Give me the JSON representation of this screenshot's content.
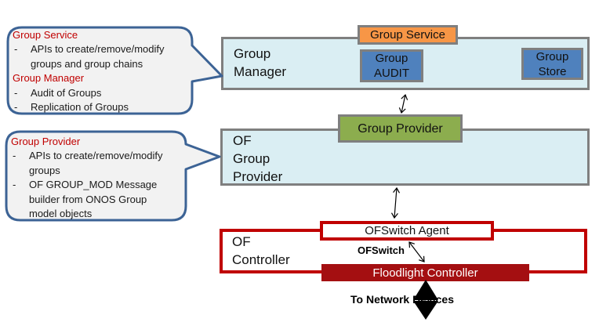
{
  "colors": {
    "layer_fill": "#DAEEF3",
    "layer_border": "#7F7F7F",
    "service_orange": "#F79646",
    "module_blue": "#4F81BD",
    "provider_green": "#8CAD4E",
    "controller_red_border": "#C00000",
    "floodlight_dark_red": "#A40F11",
    "callout_border": "#3C6395",
    "callout_fill": "#F2F2F2",
    "callout_heading_red": "#C00000"
  },
  "callouts": [
    {
      "id": "group-service-manager-callout",
      "lines": [
        {
          "style": "header",
          "text": "Group Service"
        },
        {
          "style": "bullet",
          "text": "APIs to create/remove/modify groups and group chains"
        },
        {
          "style": "header",
          "text": "Group Manager"
        },
        {
          "style": "bullet",
          "text": "Audit of Groups"
        },
        {
          "style": "bullet",
          "text": "Replication of Groups"
        }
      ]
    },
    {
      "id": "group-provider-callout",
      "lines": [
        {
          "style": "header",
          "text": "Group Provider"
        },
        {
          "style": "bullet",
          "text": "APIs to create/remove/modify groups"
        },
        {
          "style": "bullet",
          "text": "OF GROUP_MOD Message builder from ONOS Group model objects"
        }
      ]
    }
  ],
  "blocks": {
    "group_manager": {
      "label": "Group\nManager"
    },
    "group_service": {
      "label": "Group Service"
    },
    "group_audit": {
      "label": "Group\nAUDIT"
    },
    "group_store": {
      "label": "Group\nStore"
    },
    "group_provider_badge": {
      "label": "Group Provider"
    },
    "of_group_provider": {
      "label": "OF\nGroup\nProvider"
    },
    "of_controller": {
      "label": "OF\nController"
    },
    "ofswitch_agent": {
      "label": "OFSwitch Agent"
    },
    "floodlight_controller": {
      "label": "Floodlight Controller"
    },
    "ofswitch_caption": {
      "label": "OFSwitch"
    },
    "to_network_devices_caption": {
      "label": "To Network Devices"
    }
  }
}
